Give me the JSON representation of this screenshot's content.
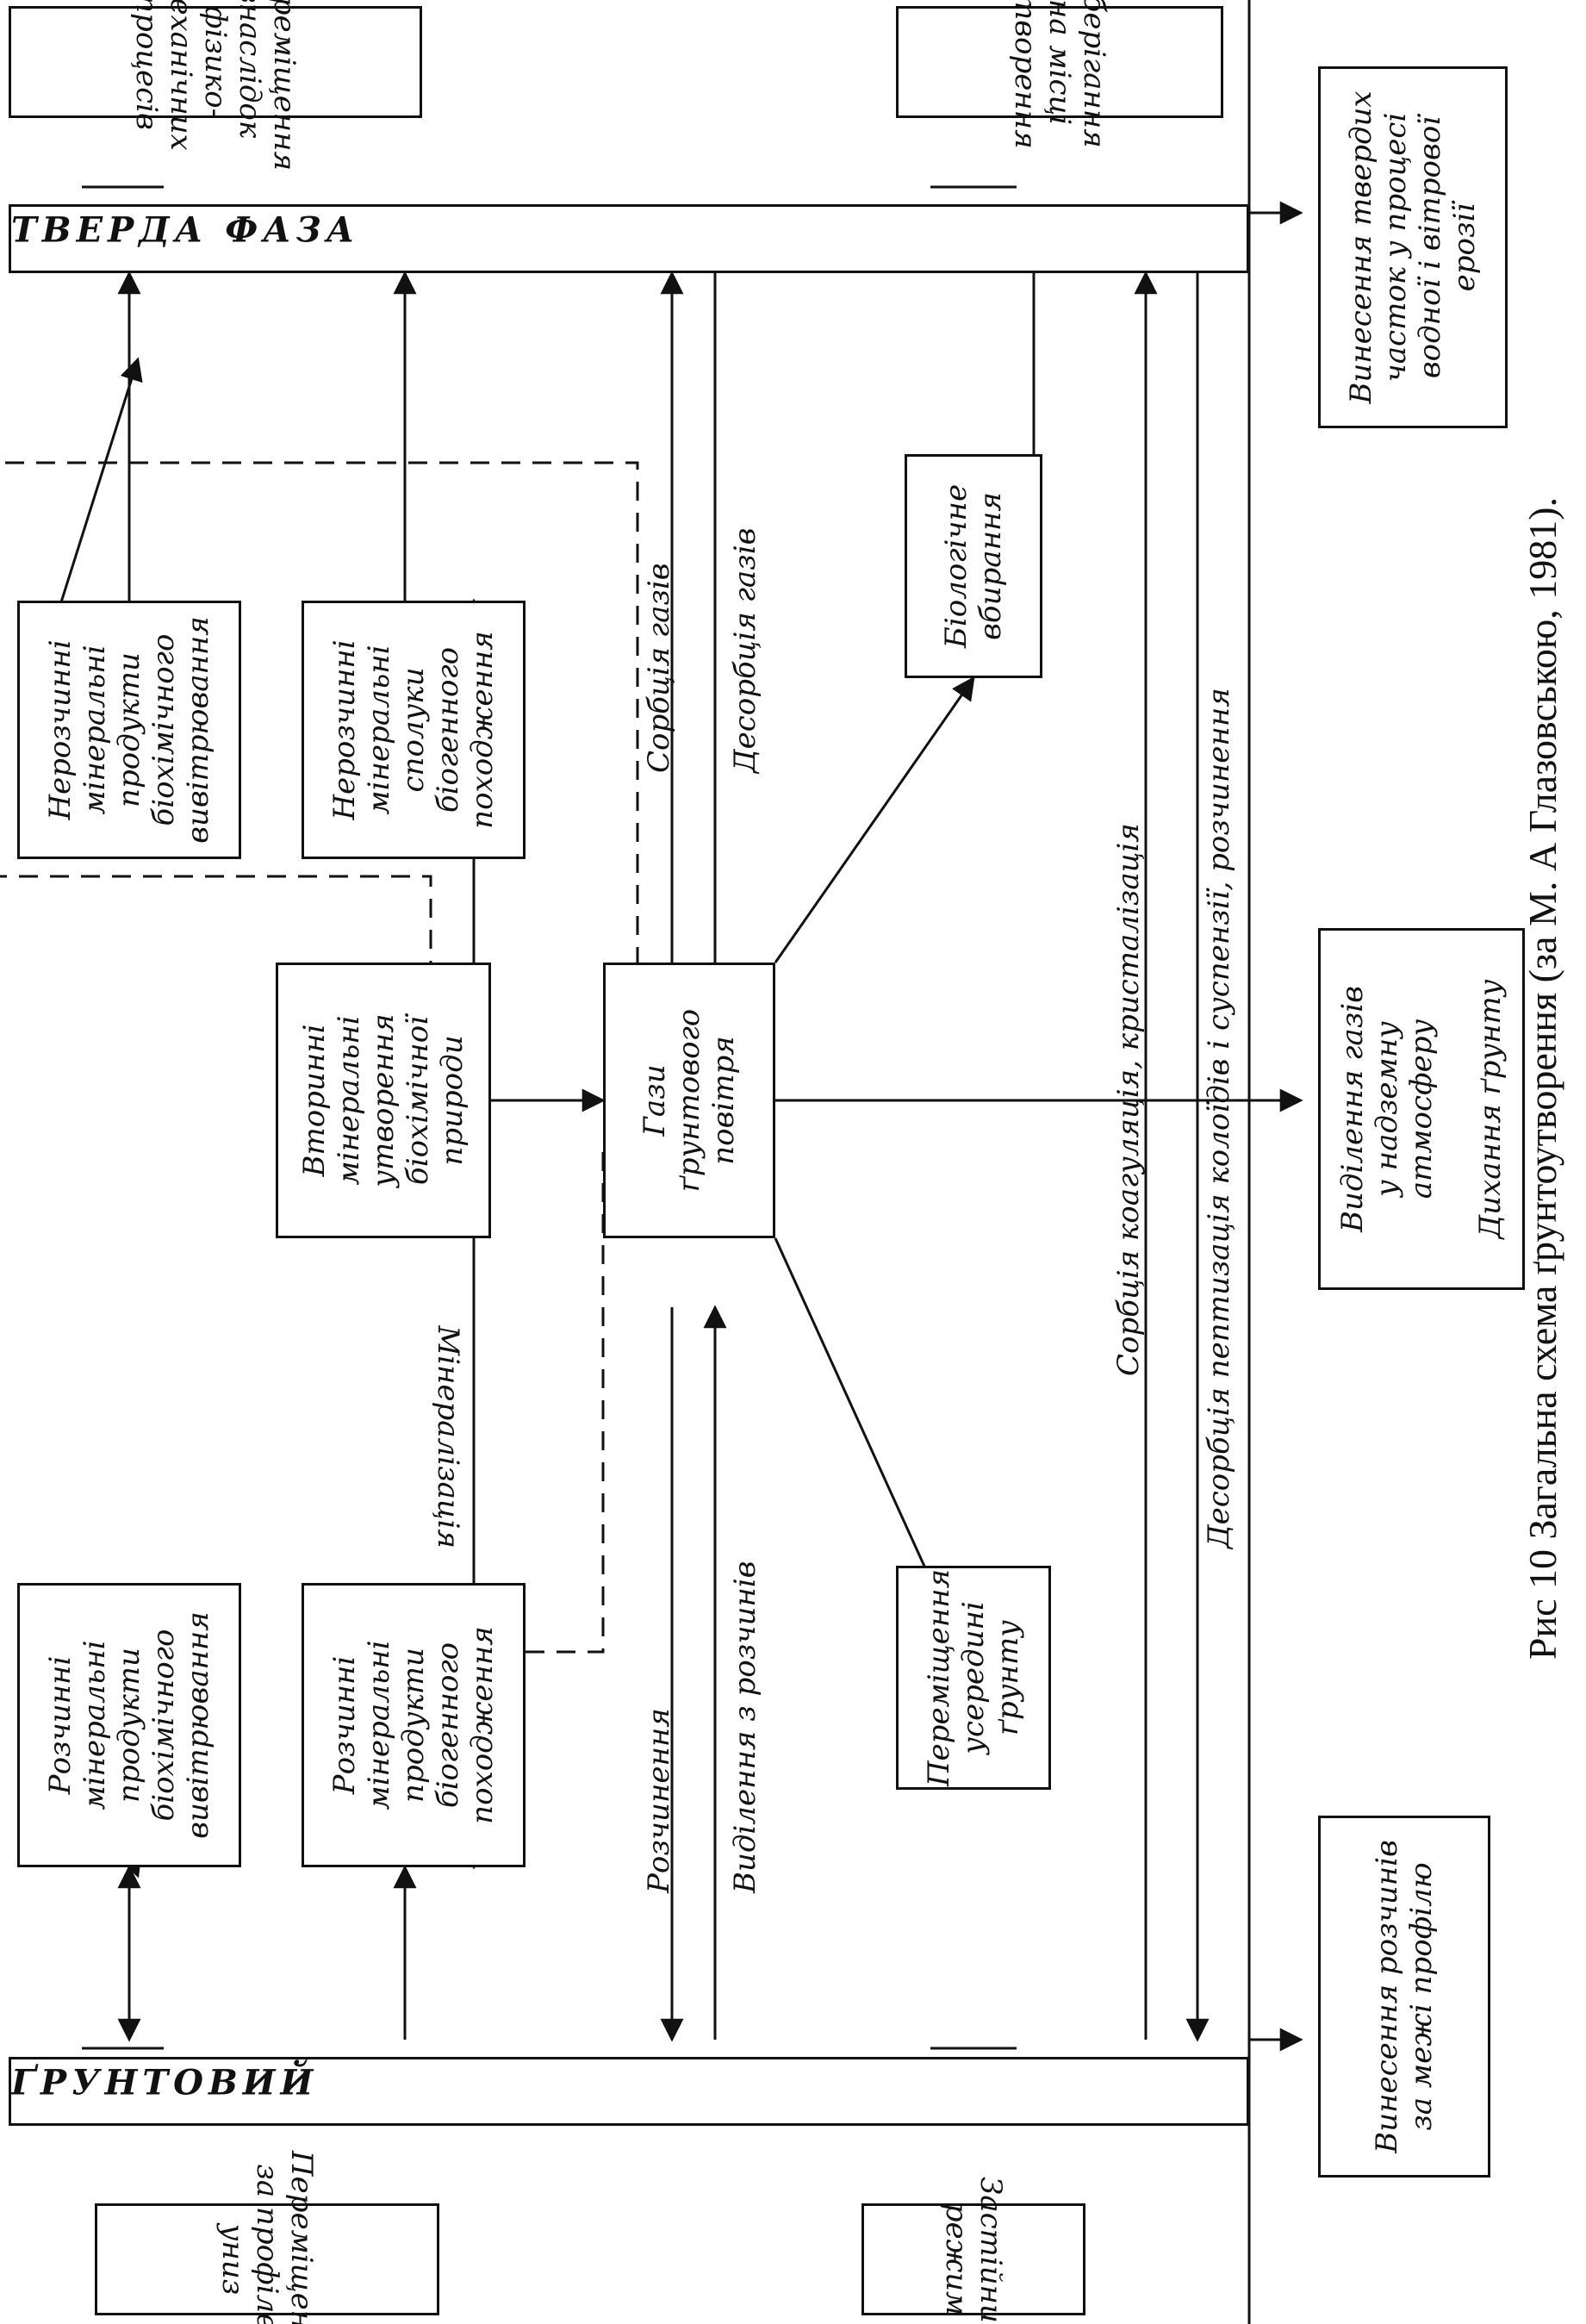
{
  "phases": {
    "solid": "ТВЕРДА ФАЗА",
    "soil": "ҐРУНТОВИЙ"
  },
  "outer_boxes": {
    "moved_physmech": "Переміщення внаслідок\nфізико-механічних процесів",
    "stored_in_place": "Зберігання на місці\nутворення",
    "moved_down_profile": "Переміщення\nза профілем униз",
    "hydro_regime": "Застійний\nрежим"
  },
  "boxes": {
    "insoluble_weathering": "Нерозчинні\nмінеральні\nпродукти\nбіохімічного\nвивітрювання",
    "insoluble_biogenic": "Нерозчинні\nмінеральні\nсполуки\nбіогенного\nпоходження",
    "secondary_mineral": "Вторинні\nмінеральні\nутворення\nбіохімічної\nприроди",
    "soil_gases": "Гази\nґрунтового\nповітря",
    "bio_uptake": "Біологічне\nвбирання",
    "soluble_weathering": "Розчинні\nмінеральні\nпродукти\nбіохімічного\nвивітрювання",
    "soluble_biogenic": "Розчинні\nмінеральні\nпродукти\nбіогенного\nпоходження",
    "moved_inside_soil": "Переміщення\nусередині\nґрунту",
    "solid_removal": "Винесення твердих\nчасток у процесі\nводної і вітрової ерозії",
    "gas_release": "Виділення газів\nу надземну атмосферу\n\nДихання ґрунту",
    "solution_removal": "Винесення розчинів\nза межі профілю"
  },
  "labels": {
    "gas_sorption": "Сорбція газів",
    "gas_desorption": "Десорбція газів",
    "mineralization": "Мінералізація",
    "dissolution": "Розчинення",
    "release_from_solution": "Виділення з розчинів",
    "sorption_coag": "Сорбція коагуляція, кристалізація",
    "desorption_pept": "Десорбція пептизація колоїдів і суспензії, розчинення"
  },
  "caption": "Рис 10 Загальна схема ґрунтоутворення (за М. А Глазовською, 1981)."
}
